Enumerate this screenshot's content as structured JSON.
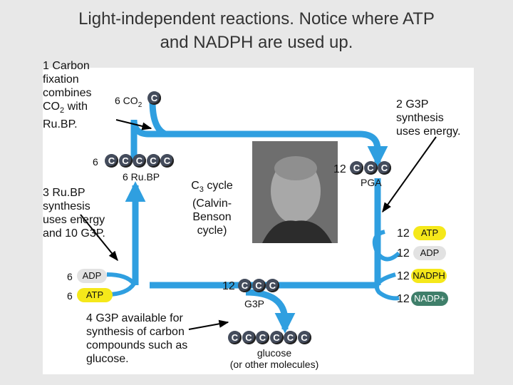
{
  "title_line1": "Light-independent reactions. Notice where ATP",
  "title_line2": "and NADPH are used up.",
  "step1": {
    "l1": "1 Carbon",
    "l2": "fixation",
    "l3": "combines",
    "l4a": "CO",
    "l4sub": "2",
    "l4b": " with",
    "l5": "Ru.BP."
  },
  "co2": {
    "num": "6 CO",
    "sub": "2"
  },
  "step2": {
    "l1": "2 G3P",
    "l2": "synthesis",
    "l3": "uses energy."
  },
  "step3": {
    "l1": "3 Ru.BP",
    "l2": "synthesis",
    "l3": "uses energy",
    "l4": "and 10 G3P."
  },
  "rubp": {
    "count": "6",
    "label": "6 Ru.BP"
  },
  "pga": {
    "count": "12",
    "label": "PGA"
  },
  "cycle": {
    "l1a": "C",
    "l1sub": "3",
    "l1b": " cycle",
    "l2": "(Calvin-",
    "l3": "Benson",
    "l4": "cycle)"
  },
  "right_inputs": [
    {
      "count": "12",
      "label": "ATP"
    },
    {
      "count": "12",
      "label": "ADP"
    },
    {
      "count": "12",
      "label": "NADPH"
    },
    {
      "count": "12",
      "label": "NADP+"
    }
  ],
  "left_inputs": [
    {
      "count": "6",
      "label": "ADP"
    },
    {
      "count": "6",
      "label": "ATP"
    }
  ],
  "g3p": {
    "count": "12",
    "label": "G3P"
  },
  "available": {
    "l1": "4 G3P available for",
    "l2": "synthesis of carbon",
    "l3": "compounds such as",
    "l4": "glucose."
  },
  "glucose": {
    "l1": "glucose",
    "l2": "(or other molecules)"
  },
  "carbon_symbol": "C",
  "colors": {
    "arrow": "#2f9fe0",
    "atp": "#f5e81a",
    "adp": "#e2e2e2",
    "nadp_plus": "#3f7f6a",
    "carbon": "#444c5c"
  }
}
